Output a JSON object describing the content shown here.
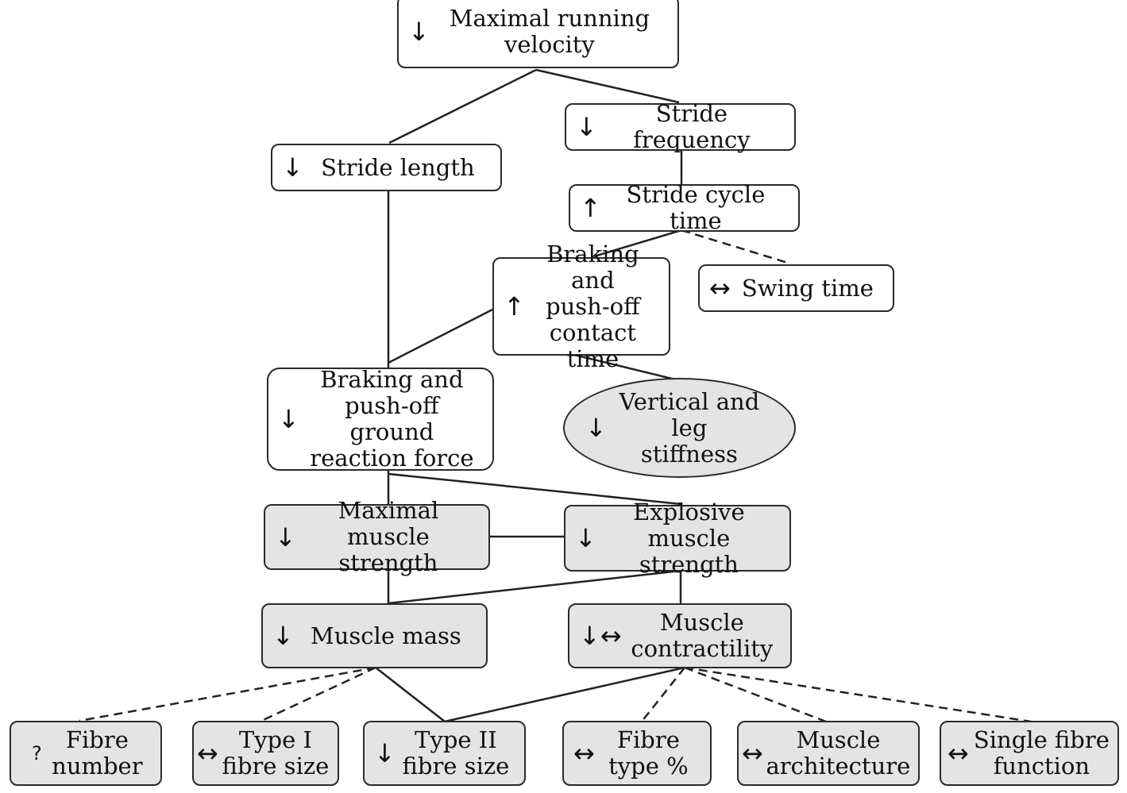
{
  "nodes": {
    "max_velocity": {
      "arrow": "↓",
      "text": "Maximal running\nvelocity"
    },
    "stride_length": {
      "arrow": "↓",
      "text": "Stride length"
    },
    "stride_frequency": {
      "arrow": "↓",
      "text": "Stride frequency"
    },
    "stride_cycle_time": {
      "arrow": "↑",
      "text": "Stride cycle time"
    },
    "contact_time": {
      "arrow": "↑",
      "text": "Braking and\npush-off\ncontact time"
    },
    "swing_time": {
      "arrow": "↔",
      "text": "Swing time"
    },
    "grf": {
      "arrow": "↓",
      "text": "Braking and\npush-off ground\nreaction force"
    },
    "stiffness": {
      "arrow": "↓",
      "text": "Vertical and leg\nstiffness"
    },
    "max_strength": {
      "arrow": "↓",
      "text": "Maximal muscle\nstrength"
    },
    "explosive_strength": {
      "arrow": "↓",
      "text": "Explosive\nmuscle strength"
    },
    "muscle_mass": {
      "arrow": "↓",
      "text": "Muscle mass"
    },
    "contractility": {
      "arrow": "↓↔",
      "text": "Muscle\ncontractility"
    },
    "fibre_number": {
      "arrow": "?",
      "text": "Fibre\nnumber"
    },
    "type1": {
      "arrow": "↔",
      "text": "Type I\nfibre size"
    },
    "type2": {
      "arrow": "↓",
      "text": "Type II\nfibre size"
    },
    "fibre_type": {
      "arrow": "↔",
      "text": "Fibre\ntype %"
    },
    "architecture": {
      "arrow": "↔",
      "text": "Muscle\narchitecture"
    },
    "single_fibre": {
      "arrow": "↔",
      "text": "Single fibre\nfunction"
    }
  },
  "colors": {
    "line": "#222222",
    "shaded": "#e4e4e4",
    "border": "#2a2a2a"
  }
}
